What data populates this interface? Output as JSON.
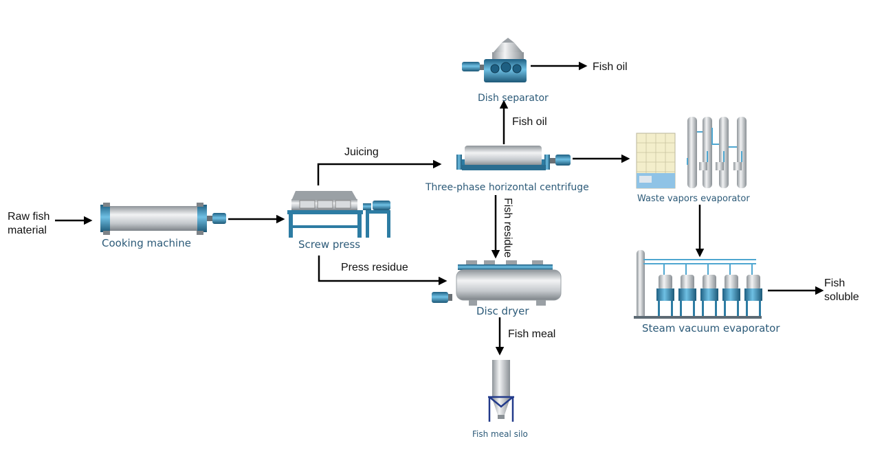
{
  "equipment": {
    "cooking_machine": "Cooking machine",
    "screw_press": "Screw press",
    "centrifuge": "Three-phase horizontal centrifuge",
    "dish_separator": "Dish separator",
    "waste_vapors_evaporator": "Waste vapors evaporator",
    "steam_vacuum_evaporator": "Steam vacuum evaporator",
    "disc_dryer": "Disc dryer",
    "fish_meal_silo": "Fish meal silo"
  },
  "flows": {
    "raw_material_line1": "Raw fish",
    "raw_material_line2": "material",
    "juicing": "Juicing",
    "fish_oil_up": "Fish oil",
    "fish_oil_out": "Fish oil",
    "fish_residue": "Fish residue",
    "press_residue": "Press residue",
    "fish_meal": "Fish meal",
    "fish_soluble_line1": "Fish",
    "fish_soluble_line2": "soluble"
  },
  "colors": {
    "machine_blue": "#3d8fb8",
    "machine_gray": "#c8ccd0",
    "label_blue": "#2c5a78",
    "arrow": "#000000"
  }
}
